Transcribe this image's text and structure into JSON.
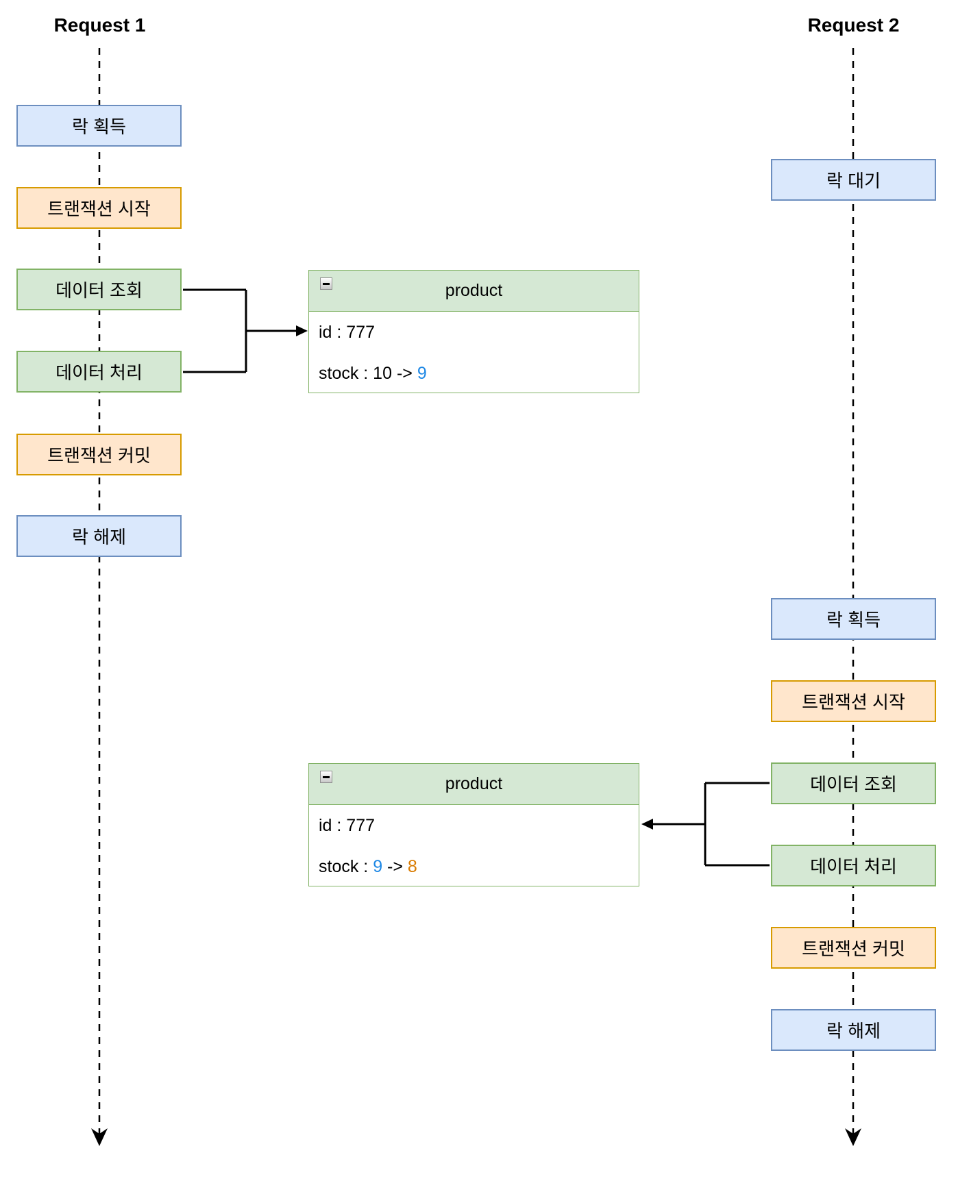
{
  "colors": {
    "background": "#ffffff",
    "text": "#000000",
    "lock_fill": "#dae8fc",
    "lock_border": "#6c8ebf",
    "transaction_fill": "#ffe6cc",
    "transaction_border": "#d79b00",
    "data_fill": "#d5e8d4",
    "data_border": "#82b366",
    "stock_value_blue": "#1e88e5",
    "stock_value_orange": "#d97b00",
    "line": "#000000"
  },
  "icons": {
    "collapse": "minus-icon",
    "lifeline_end": "arrow-down-icon",
    "connector_end": "arrowhead-icon"
  },
  "lanes": [
    {
      "title": "Request 1",
      "steps": [
        {
          "label": "락 획득",
          "type": "lock"
        },
        {
          "label": "트랜잭션 시작",
          "type": "transaction"
        },
        {
          "label": "데이터 조회",
          "type": "data"
        },
        {
          "label": "데이터 처리",
          "type": "data"
        },
        {
          "label": "트랜잭션 커밋",
          "type": "transaction"
        },
        {
          "label": "락 해제",
          "type": "lock"
        }
      ]
    },
    {
      "title": "Request 2",
      "steps": [
        {
          "label": "락 대기",
          "type": "lock"
        },
        {
          "label": "락 획득",
          "type": "lock"
        },
        {
          "label": "트랜잭션 시작",
          "type": "transaction"
        },
        {
          "label": "데이터 조회",
          "type": "data"
        },
        {
          "label": "데이터 처리",
          "type": "data"
        },
        {
          "label": "트랜잭션 커밋",
          "type": "transaction"
        },
        {
          "label": "락 해제",
          "type": "lock"
        }
      ]
    }
  ],
  "entities": [
    {
      "title": "product",
      "rows": [
        {
          "parts": [
            {
              "text": "id : 777",
              "color": "#000000"
            }
          ]
        },
        {
          "parts": [
            {
              "text": "stock : 10 -> ",
              "color": "#000000"
            },
            {
              "text": "9",
              "color": "#1e88e5"
            }
          ]
        }
      ]
    },
    {
      "title": "product",
      "rows": [
        {
          "parts": [
            {
              "text": "id : 777",
              "color": "#000000"
            }
          ]
        },
        {
          "parts": [
            {
              "text": "stock : ",
              "color": "#000000"
            },
            {
              "text": "9",
              "color": "#1e88e5"
            },
            {
              "text": " -> ",
              "color": "#000000"
            },
            {
              "text": "8",
              "color": "#d97b00"
            }
          ]
        }
      ]
    }
  ]
}
